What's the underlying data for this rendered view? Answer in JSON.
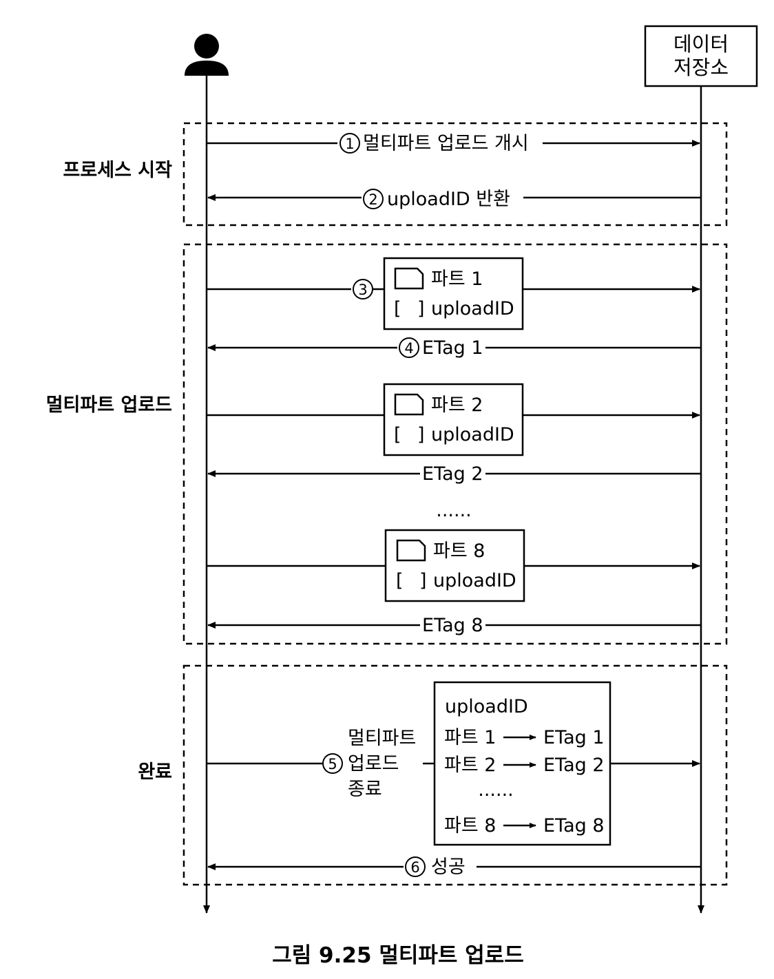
{
  "storage": {
    "line1": "데이터",
    "line2": "저장소"
  },
  "phases": {
    "start": "프로세스 시작",
    "upload": "멀티파트 업로드",
    "complete": "완료"
  },
  "steps": {
    "s1": {
      "num": "1",
      "text": "멀티파트 업로드 개시"
    },
    "s2": {
      "num": "2",
      "text": "uploadID 반환"
    },
    "s3": {
      "num": "3"
    },
    "s4": {
      "num": "4",
      "text": "ETag 1"
    },
    "s5": {
      "num": "5",
      "line1": "멀티파트",
      "line2": "업로드",
      "line3": "종료"
    },
    "s6": {
      "num": "6",
      "text": "성공"
    }
  },
  "parts": [
    {
      "label": "파트 1",
      "id": "uploadID"
    },
    {
      "label": "파트 2",
      "id": "uploadID"
    },
    {
      "label": "파트 8",
      "id": "uploadID"
    }
  ],
  "etags": {
    "e2": "ETag 2",
    "e8": "ETag 8"
  },
  "ellipsis": "......",
  "bracket": "[",
  "bracket_close": "]",
  "complete_box": {
    "title": "uploadID",
    "rows": [
      {
        "part": "파트 1",
        "etag": "ETag 1"
      },
      {
        "part": "파트 2",
        "etag": "ETag 2"
      },
      {
        "part": "파트 8",
        "etag": "ETag 8"
      }
    ],
    "ellipsis": "......"
  },
  "caption": "그림 9.25 멀티파트 업로드"
}
